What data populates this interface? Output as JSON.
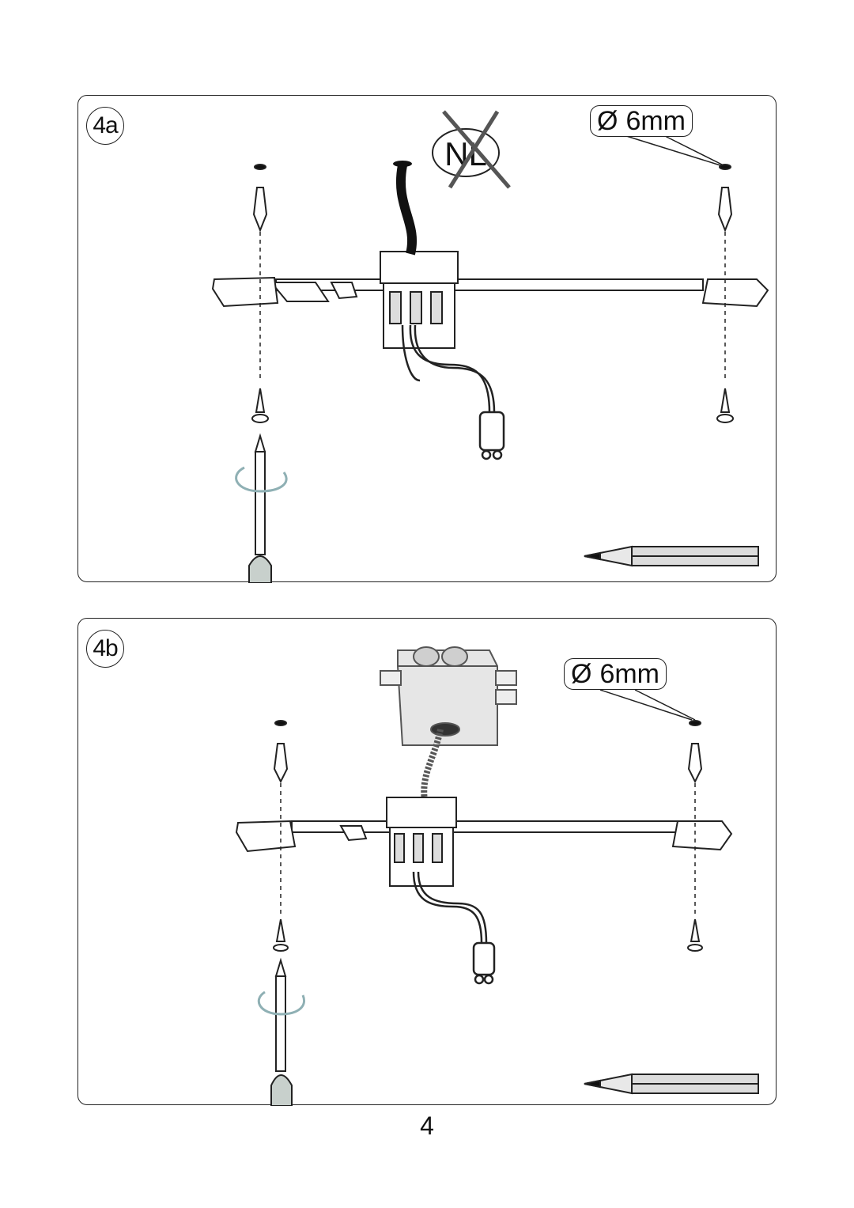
{
  "steps": [
    {
      "id": "4a",
      "label": "4a",
      "drill": {
        "symbol": "Ø",
        "size": "6mm"
      },
      "nl_label": "NL"
    },
    {
      "id": "4b",
      "label": "4b",
      "drill": {
        "symbol": "Ø",
        "size": "6mm"
      }
    }
  ],
  "page_number": "4",
  "icons": [
    "wall-plug-icon",
    "screw-icon",
    "screwdriver-icon",
    "pencil-icon",
    "rotation-arrow-icon",
    "connector-plug-icon",
    "junction-box-icon",
    "no-nl-icon"
  ]
}
